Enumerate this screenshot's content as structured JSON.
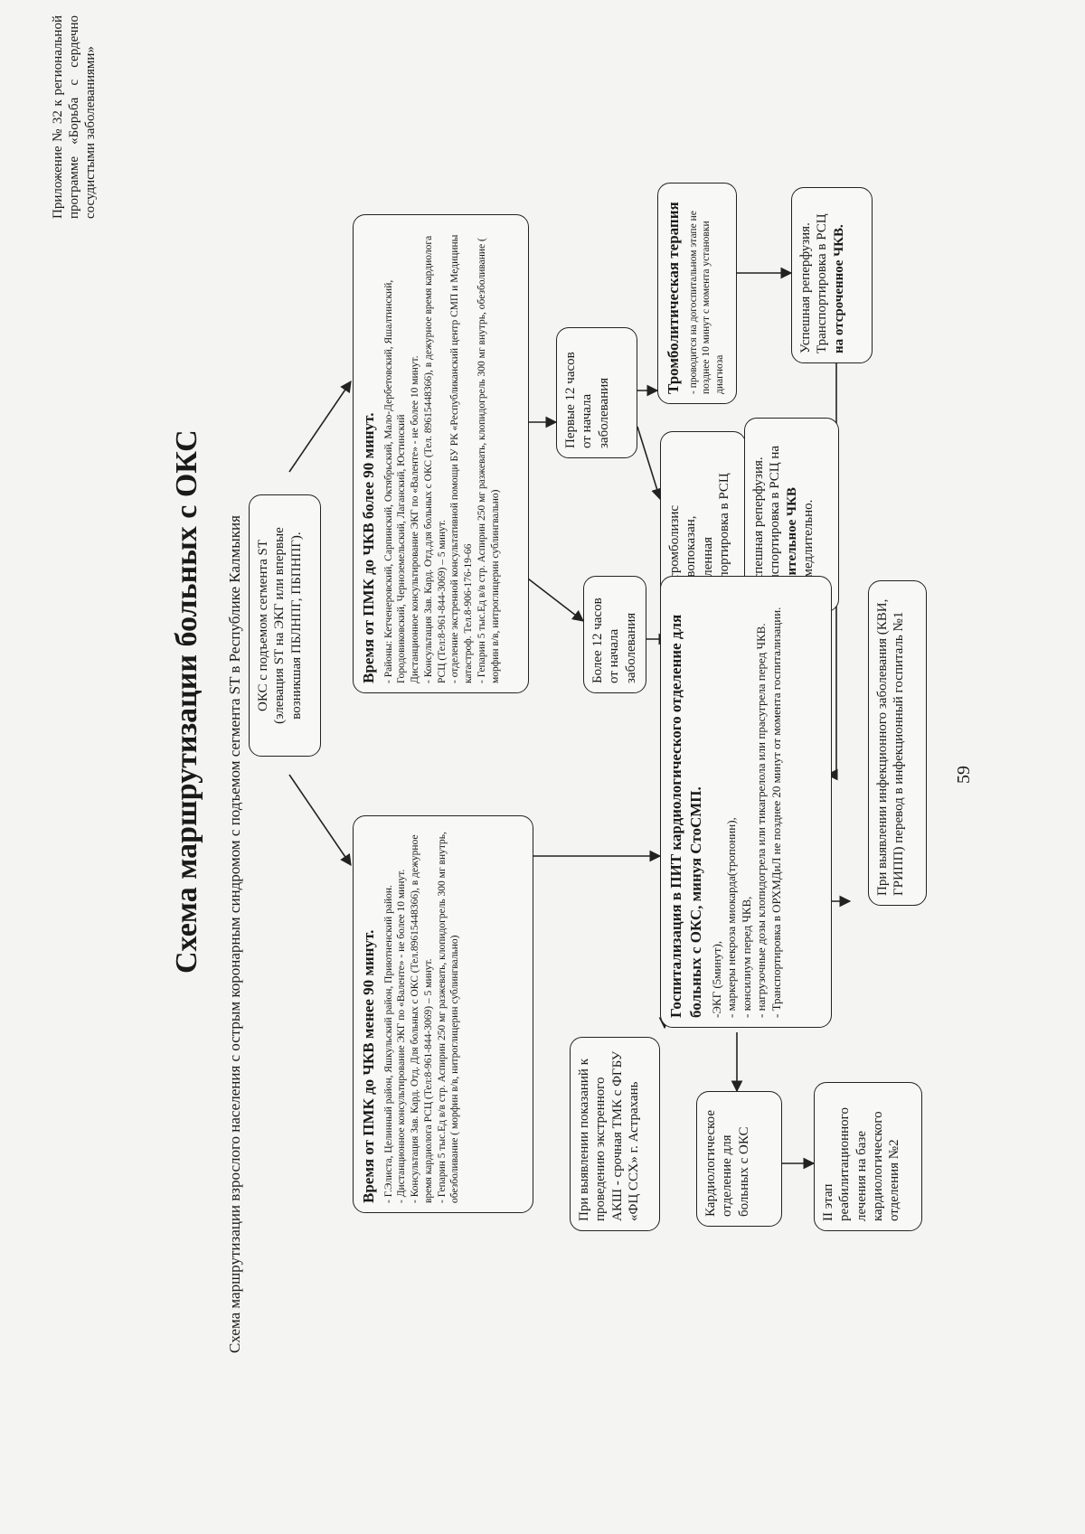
{
  "appendix": {
    "text": "Приложение № 32 к региональной программе «Борьба с сердечно сосудистыми заболеваниями»"
  },
  "title": "Схема маршрутизации больных с ОКС",
  "subtitle": "Схема маршрутизации взрослого населения с острым коронарным синдромом с подъемом сегмента ST в Республике Калмыкия",
  "page_number": "59",
  "nodes": {
    "oks": {
      "line1": "ОКС с подъемом сегмента ST",
      "line2": "(элевация ST на ЭКГ или впервые возникшая ПБЛНПГ, ПБПНПГ)."
    },
    "left": {
      "heading": "Время от ПМК до ЧКВ менее 90 минут.",
      "l1": "- Г.Элиста, Целинный район, Яшкульский район, Приютненский район.",
      "l2": "- Дистанционное консультирование ЭКГ по «Валенте» - не более 10 минут.",
      "l3": "- Консультация Зав. Кард. Отд. Для больных с ОКС (Тел.89615448366), в дежурное время кардиолога РСЦ (Тел:8-961-844-3069) – 5 минут.",
      "l4": "- Гепарин 5 тыс.Ед в/в стр. Аспирин 250 мг разжевать, клопидогрель 300 мг внутрь, обезболивание ( морфин в/в, нитроглицерин сублингвально)"
    },
    "right": {
      "heading": "Время от ПМК до ЧКВ более 90 минут.",
      "l1": "- Районы: Кетченеровский, Сарпинский, Октябрьский, Мало-Дербетовский, Яшалтинский, Городовиковский, Черноземельский, Лаганский, Юстинский",
      "l2": "Дистанционное консультирование ЭКГ по «Валенте» - не более 10 минут.",
      "l3": "- Консультация Зав. Кард. Отд.для больных с ОКС (Тел. 89615448366), в дежурное время кардиолога РСЦ (Тел:8-961-844-3069) – 5 минут.",
      "l4": "- отделение экстренной консультативной помощи БУ РК «Республиканский центр СМП и Медицины катастроф. Тел.8-906-176-19-66",
      "l5": "- Гепарин 5 тыс.Ед в/в стр. Аспирин 250 мг разжевать, клопидогрель 300 мг внутрь, обезболивание ( морфин в/в, нитроглицерин сублингвально)"
    },
    "more12": "Более 12 часов от начала заболевания",
    "first12": "Первые 12 часов от начала заболевания",
    "contra": "Если тромболизис противопоказан, немедленная транспортировка в РСЦ",
    "thrombo": {
      "heading": "Тромболитическая терапия",
      "text": "- проводится на догоспитальном этапе не позднее 10 минут с момента установки диагноза"
    },
    "fail": {
      "line1": "Неуспешная реперфузия. Транспортировка в РСЦ на",
      "bold": "спасительное ЧКВ",
      "line2": "незамедлительно."
    },
    "success": {
      "line1": "Успешная реперфузия. Транспортировка в РСЦ",
      "bold": "на отсроченное ЧКВ."
    },
    "hosp": {
      "heading": "Госпитализация в ПИТ кардиологического отделение для больных с ОКС, минуя СтоСМП.",
      "l0": "-ЭКГ (5минут),",
      "l1": "- маркеры некроза миокарда(тропонин),",
      "l2": "- консилиум перед ЧКВ,",
      "l3": "- нагрузочные дозы клопидогрела или тикагрелола или прасугрела перед ЧКВ.",
      "l4": "- Транспортировка в ОРХМДиЛ не позднее 20 минут от момента госпитализации."
    },
    "infect": "При выявлении инфекционного заболевания (КВИ, ГРИПП) перевод в инфекционный госпиталь №1",
    "aksh": "При выявлении показаний к проведению экстренного АКШ - срочная ТМК с ФГБУ «ФЦ ССХ» г. Астрахань",
    "cardio": "Кардиологическое отделение для больных с ОКС",
    "rehab": "II этап реабилитационного лечения на базе кардиологического отделения №2"
  }
}
